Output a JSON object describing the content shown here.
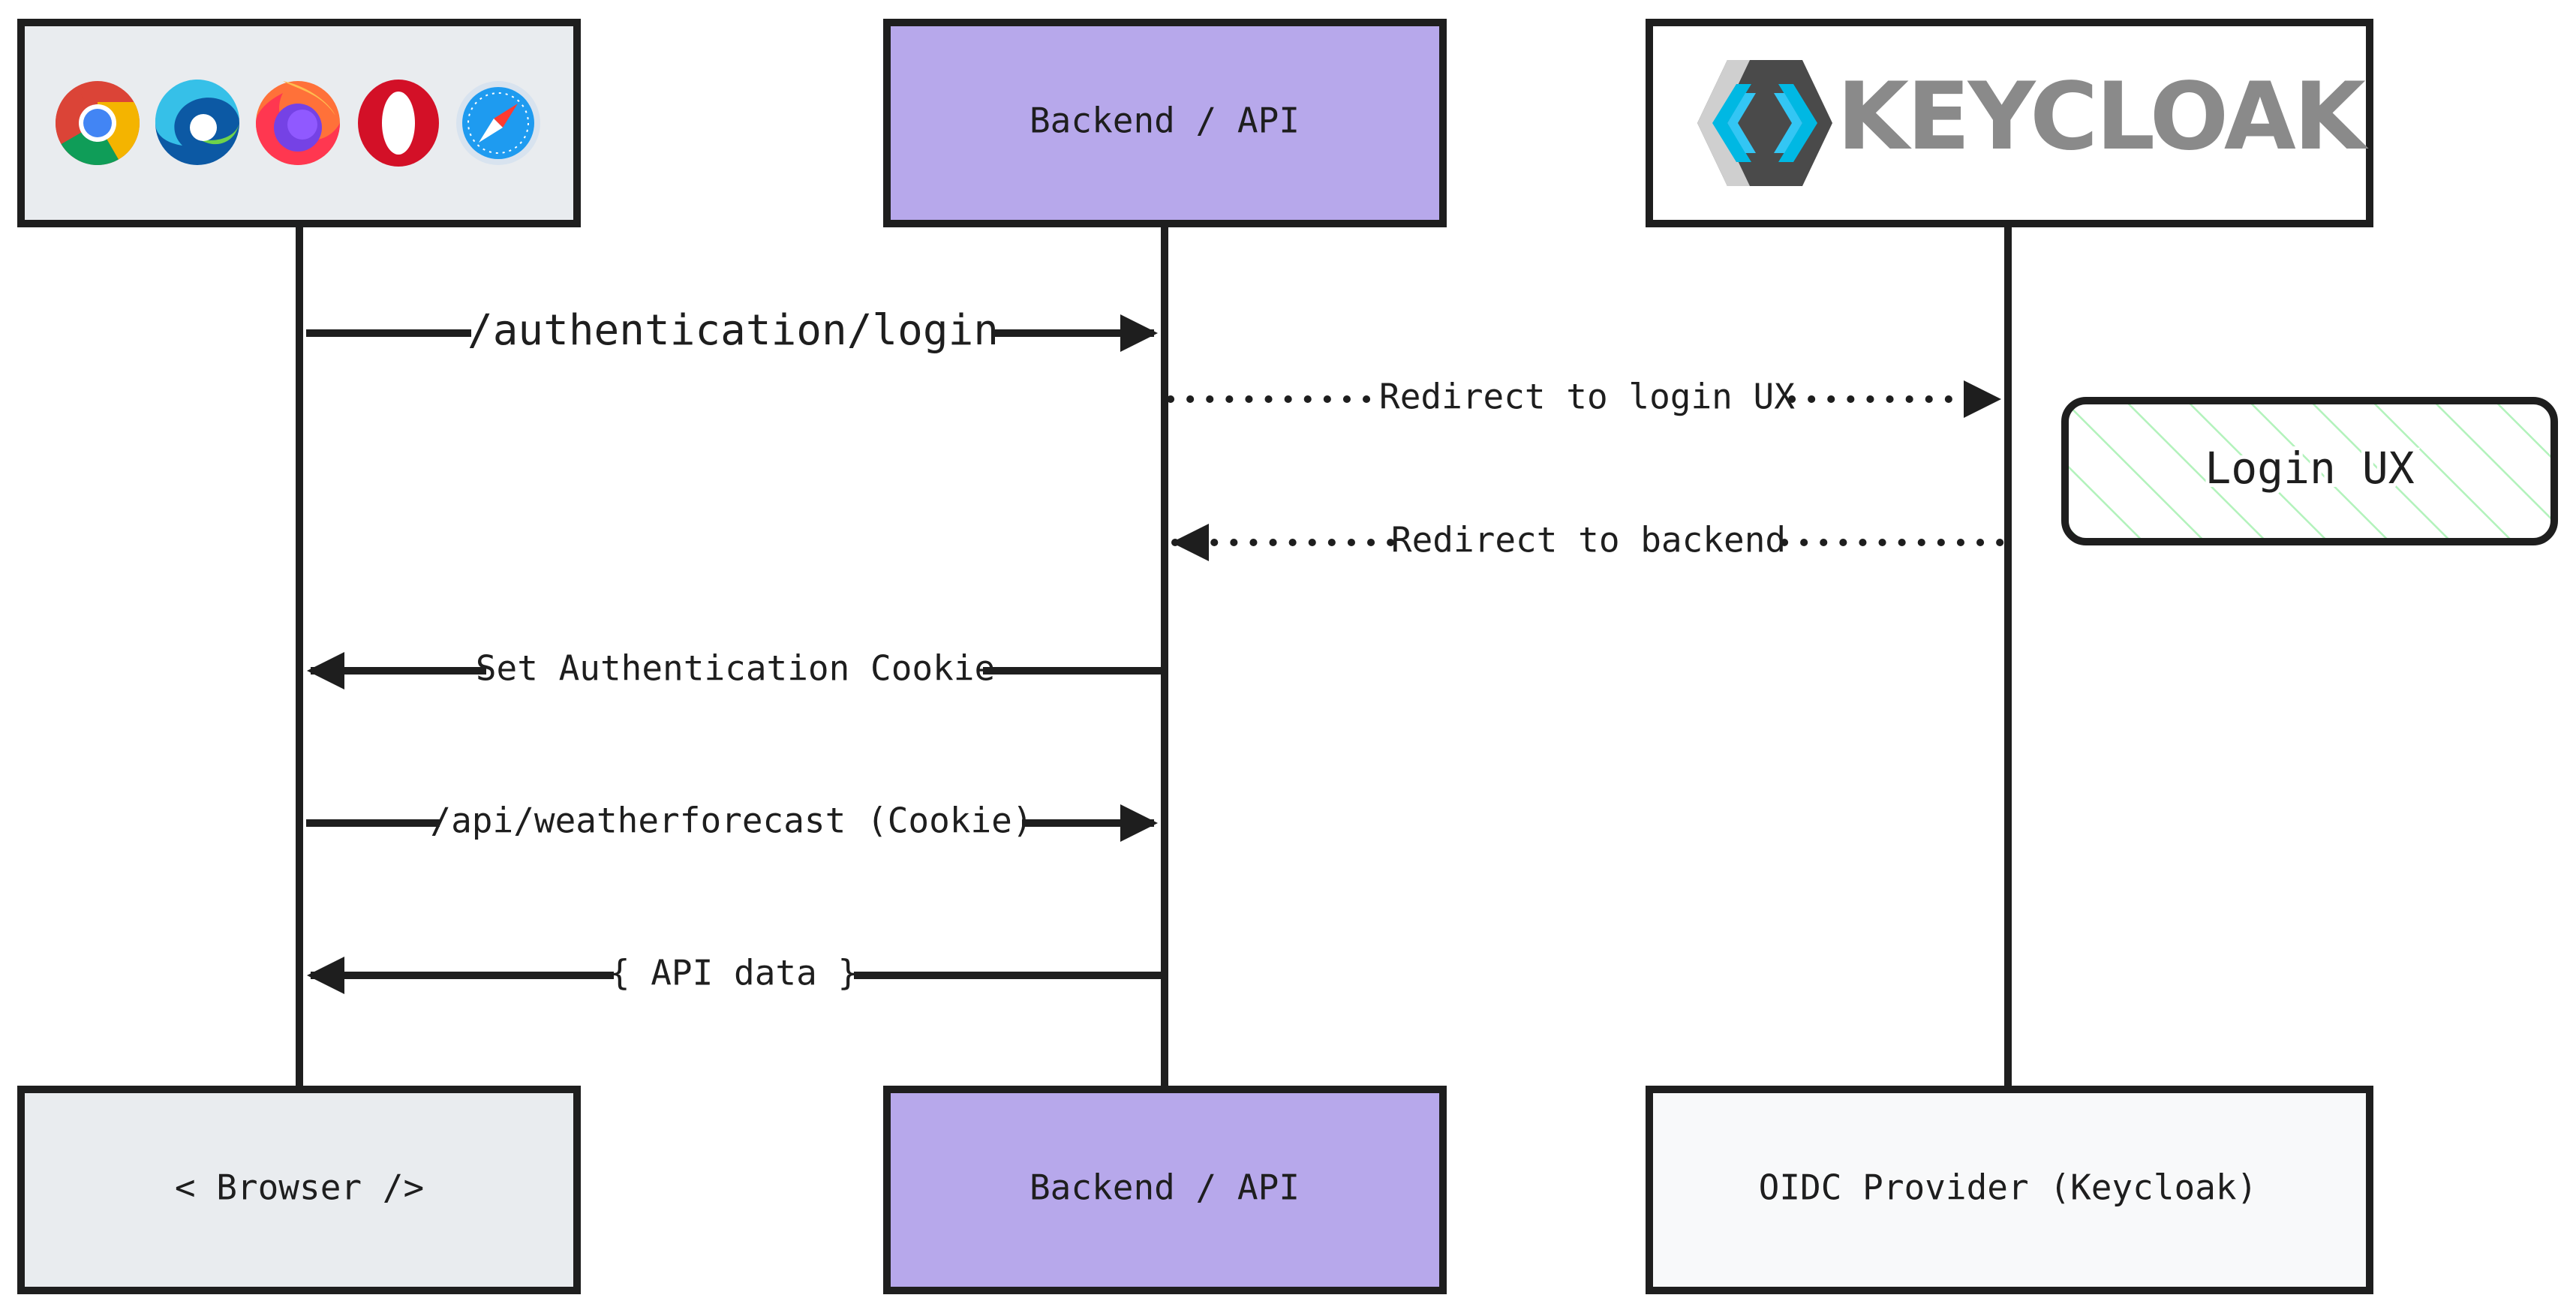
{
  "colors": {
    "browser_box": "#e9ecef",
    "backend_box": "#b7a8eb",
    "keycloak_box": "#ffffff",
    "oidc_box": "#f8f9fa",
    "stroke": "#1e1e1e",
    "note_hatch": "#b2f2bb"
  },
  "participants": {
    "browser": {
      "top_icons": [
        "chrome-icon",
        "edge-icon",
        "firefox-icon",
        "opera-icon",
        "safari-icon"
      ],
      "bottom_label": "< Browser />"
    },
    "backend": {
      "top_label": "Backend / API",
      "bottom_label": "Backend / API"
    },
    "idp": {
      "top_logo_text": "KEYCLOAK",
      "bottom_label": "OIDC Provider (Keycloak)"
    }
  },
  "messages": [
    {
      "label": "/authentication/login",
      "from": "browser",
      "to": "backend",
      "style": "solid"
    },
    {
      "label": "Redirect to login UX",
      "from": "backend",
      "to": "idp",
      "style": "dotted"
    },
    {
      "label": "Redirect to backend",
      "from": "idp",
      "to": "backend",
      "style": "dotted"
    },
    {
      "label": "Set Authentication Cookie",
      "from": "backend",
      "to": "browser",
      "style": "solid"
    },
    {
      "label": "/api/weatherforecast (Cookie)",
      "from": "browser",
      "to": "backend",
      "style": "solid"
    },
    {
      "label": "{ API data }",
      "from": "backend",
      "to": "browser",
      "style": "solid"
    }
  ],
  "note": {
    "label": "Login UX"
  }
}
